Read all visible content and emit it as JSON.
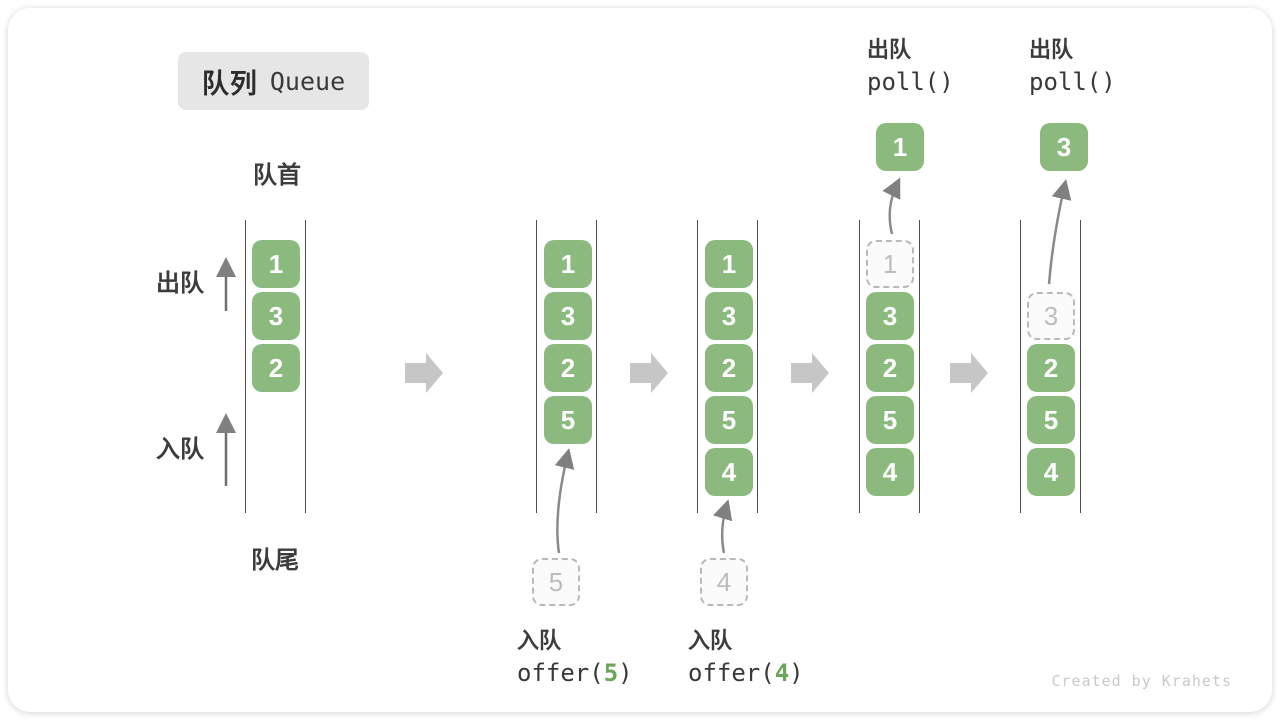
{
  "title": {
    "zh": "队列",
    "en": "Queue"
  },
  "labels": {
    "front": "队首",
    "rear": "队尾",
    "dequeue_side": "出队",
    "enqueue_side": "入队"
  },
  "queues": {
    "q1": {
      "cells": {
        "r0": "1",
        "r1": "3",
        "r2": "2"
      }
    },
    "q2": {
      "cells": {
        "r0": "1",
        "r1": "3",
        "r2": "2",
        "r3": "5"
      },
      "staged": "5"
    },
    "q3": {
      "cells": {
        "r0": "1",
        "r1": "3",
        "r2": "2",
        "r3": "5",
        "r4": "4"
      },
      "staged": "4"
    },
    "q4": {
      "removed": "1",
      "cells": {
        "r1": "3",
        "r2": "2",
        "r3": "5",
        "r4": "4"
      },
      "out": "1"
    },
    "q5": {
      "removed": "3",
      "cells": {
        "r2": "2",
        "r3": "5",
        "r4": "4"
      },
      "out": "3"
    }
  },
  "ops": {
    "enqueue5": {
      "name": "入队",
      "fn": "offer(",
      "arg": "5",
      "close": ")"
    },
    "enqueue4": {
      "name": "入队",
      "fn": "offer(",
      "arg": "4",
      "close": ")"
    },
    "poll1": {
      "name": "出队",
      "fn": "poll()"
    },
    "poll2": {
      "name": "出队",
      "fn": "poll()"
    }
  },
  "watermark": "Created by Krahets",
  "colors": {
    "box_green": "#8cba7e",
    "box_text": "#ffffff",
    "dashed_border": "#b9b9b9",
    "dashed_text": "#bdbdbd",
    "rail_line": "#4d4d4d",
    "thin_arrow": "#808080",
    "block_arrow": "#c6c6c6",
    "code_arg_green": "#6ca65a",
    "badge_bg": "#e6e6e6",
    "text_dark": "#3c3c3c",
    "watermark_gray": "#c9c9c9"
  }
}
